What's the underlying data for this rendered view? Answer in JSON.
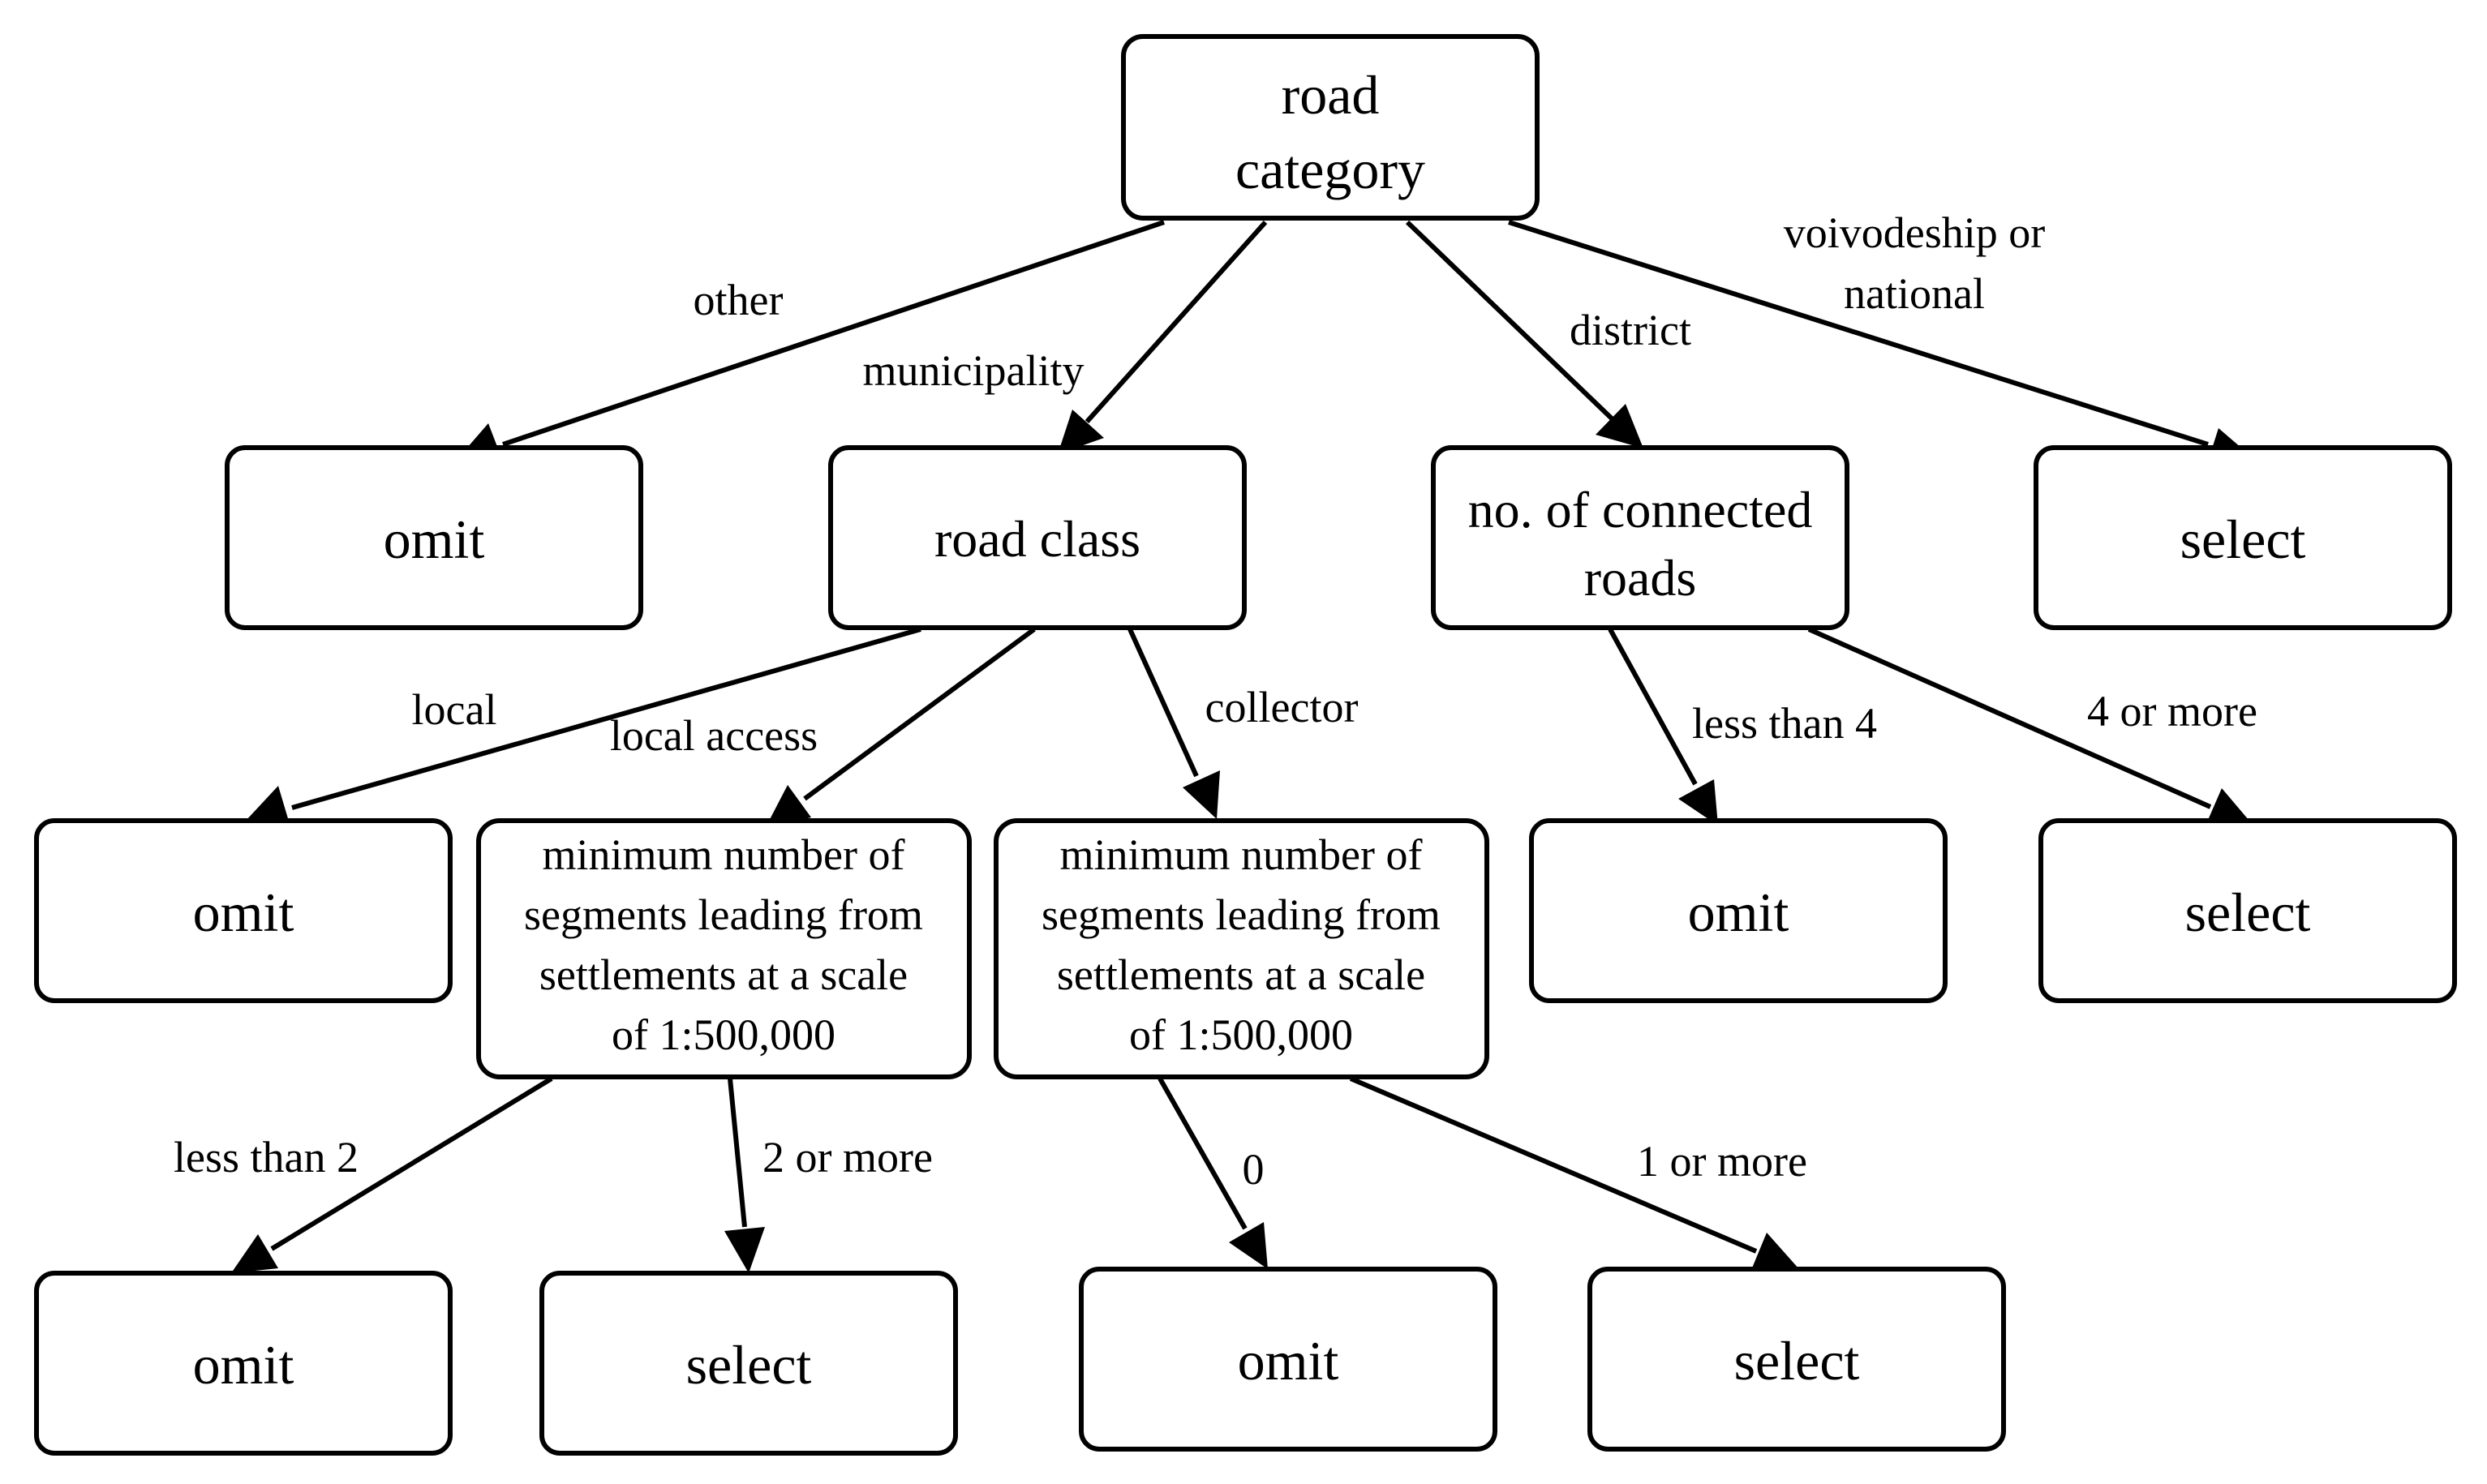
{
  "nodes": {
    "root": [
      "road",
      "category"
    ],
    "omit_other": [
      "omit"
    ],
    "road_class": [
      "road class"
    ],
    "connected_roads": [
      "no. of connected",
      "roads"
    ],
    "select_vn": [
      "select"
    ],
    "omit_local": [
      "omit"
    ],
    "min_seg_local_access": [
      "minimum number of",
      "segments leading from",
      "settlements at a scale",
      "of 1:500,000"
    ],
    "min_seg_collector": [
      "minimum number of",
      "segments leading from",
      "settlements at a scale",
      "of 1:500,000"
    ],
    "omit_lt4": [
      "omit"
    ],
    "select_4more": [
      "select"
    ],
    "omit_lt2": [
      "omit"
    ],
    "select_2more": [
      "select"
    ],
    "omit_0": [
      "omit"
    ],
    "select_1more": [
      "select"
    ]
  },
  "edges": {
    "other": [
      "other"
    ],
    "municipality": [
      "municipality"
    ],
    "district": [
      "district"
    ],
    "voivodeship": [
      "voivodeship or",
      "national"
    ],
    "local": [
      "local"
    ],
    "local_access": [
      "local access"
    ],
    "collector": [
      "collector"
    ],
    "less_than_4": [
      "less than 4"
    ],
    "four_or_more": [
      "4 or more"
    ],
    "less_than_2": [
      "less than 2"
    ],
    "two_or_more": [
      "2 or more"
    ],
    "zero": [
      "0"
    ],
    "one_or_more": [
      "1 or more"
    ]
  }
}
